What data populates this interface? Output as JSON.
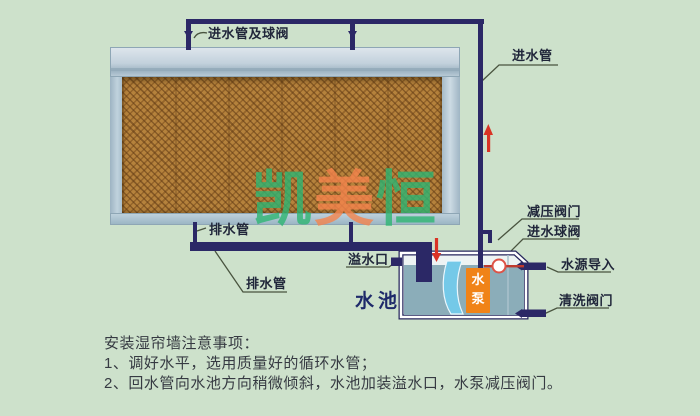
{
  "colors": {
    "background": "#cde1cb",
    "pipe_navy": "#2b2866",
    "red_flow_arrow": "#d93325",
    "watermark_green": "#2fb673",
    "watermark_orange": "#f6854d",
    "pump_orange": "#f08318",
    "tank_water": "#8badb9",
    "baffle_blue": "#74c9e8",
    "pad_media_tan": "#b5823c",
    "pad_frame_blue": "#b7c9d5",
    "label_text": "#20263a",
    "tank_label_navy": "#1e2a6a",
    "leader_line": "#49543f"
  },
  "watermark": {
    "char1": "凯",
    "char2": "美",
    "char3": "恒"
  },
  "labels": {
    "top_inlet": "进水管及球阀",
    "inlet_pipe": "进水管",
    "pressure_valve": "减压阀门",
    "inlet_ball_valve": "进水球阀",
    "water_source": "水源导入",
    "clean_valve": "清洗阀门",
    "overflow": "溢水口",
    "drain_inline": "排水管",
    "drain": "排水管",
    "tank": "水池",
    "pump": "水泵"
  },
  "notes": {
    "title": "安装湿帘墙注意事项：",
    "item1": "1、调好水平，选用质量好的循环水管；",
    "item2": "2、回水管向水池方向稍微倾斜，水池加装溢水口，水泵减压阀门。"
  }
}
